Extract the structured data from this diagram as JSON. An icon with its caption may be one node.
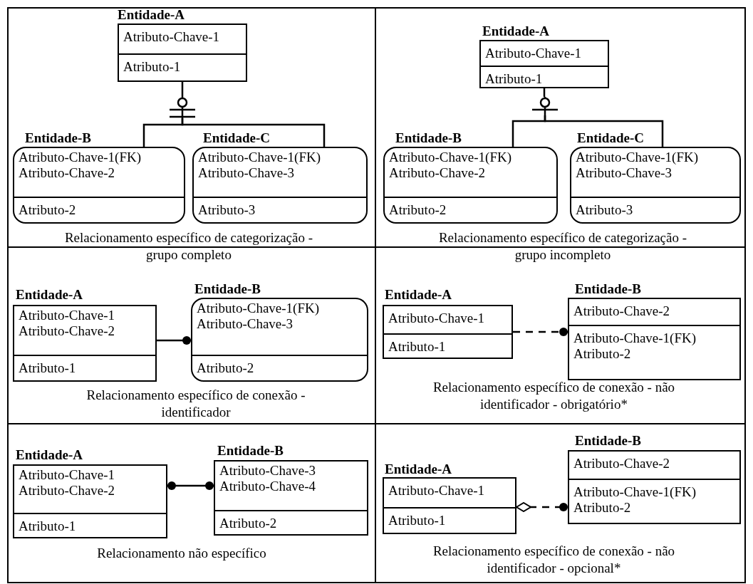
{
  "diagram": {
    "nodes": [
      {
        "text": [
          "Entidade-A",
          "Atributo-Chave-1",
          "Atributo-1"
        ]
      },
      {
        "text": [],
        "shape": "circle"
      },
      {
        "text": [
          "Entidade-B",
          "Atributo-Chave-1(FK)",
          "Atributo-Chave-2",
          "Atributo-2"
        ]
      },
      {
        "text": [
          "Entidade-C",
          "Atributo-Chave-1(FK)",
          "Atributo-Chave-3",
          "Atributo-3"
        ]
      },
      {
        "text": [
          "Entidade-A",
          "Atributo-Chave-1",
          "Atributo-1"
        ]
      },
      {
        "text": [],
        "shape": "circle"
      },
      {
        "text": [
          "Entidade-B",
          "Atributo-Chave-1(FK)",
          "Atributo-Chave-2",
          "Atributo-2"
        ]
      },
      {
        "text": [
          "Entidade-C",
          "Atributo-Chave-1(FK)",
          "Atributo-Chave-3",
          "Atributo-3"
        ]
      },
      {
        "text": [
          "Entidade-A",
          "Atributo-Chave-1",
          "Atributo-Chave-2",
          "Atributo-1"
        ]
      },
      {
        "text": [
          "Entidade-B",
          "Atributo-Chave-1(FK)",
          "Atributo-Chave-3",
          "Atributo-2"
        ]
      },
      {
        "text": [
          "Entidade-A",
          "Atributo-Chave-1",
          "Atributo-1"
        ]
      },
      {
        "text": [
          "Entidade-B",
          "Atributo-Chave-2",
          "Atributo-Chave-1(FK)",
          "Atributo-2"
        ]
      },
      {
        "text": [
          "Entidade-A",
          "Atributo-Chave-1",
          "Atributo-Chave-2",
          "Atributo-1"
        ]
      },
      {
        "text": [
          "Entidade-B",
          "Atributo-Chave-3",
          "Atributo-Chave-4",
          "Atributo-2"
        ]
      },
      {
        "text": [
          "Entidade-A",
          "Atributo-Chave-1",
          "Atributo-1"
        ]
      },
      {
        "text": [
          "Entidade-B",
          "Atributo-Chave-2",
          "Atributo-Chave-1(FK)",
          "Atributo-2"
        ]
      }
    ],
    "edges": [
      {
        "from": 0,
        "to": 1,
        "arrow": "none"
      },
      {
        "from": 1,
        "to": 2,
        "arrow": "none"
      },
      {
        "from": 1,
        "to": 3,
        "arrow": "none"
      },
      {
        "from": 4,
        "to": 5,
        "arrow": "none"
      },
      {
        "from": 5,
        "to": 6,
        "arrow": "none"
      },
      {
        "from": 5,
        "to": 7,
        "arrow": "none"
      },
      {
        "from": 8,
        "to": 9,
        "arrow": "other"
      },
      {
        "from": 10,
        "to": 11,
        "arrow": "other",
        "style": "dashed"
      },
      {
        "from": 12,
        "to": 13,
        "arrow": "other"
      },
      {
        "from": 14,
        "to": 15,
        "arrow": "other",
        "style": "dashed"
      }
    ],
    "labels": [
      "Relacionamento específico de categorização - grupo completo",
      "Relacionamento específico de categorização - grupo incompleto",
      "Relacionamento específico de conexão - identificador",
      "Relacionamento específico de conexão - não identificador - obrigatório*",
      "Relacionamento não específico",
      "Relacionamento específico de conexão - não identificador - opcional*"
    ]
  }
}
